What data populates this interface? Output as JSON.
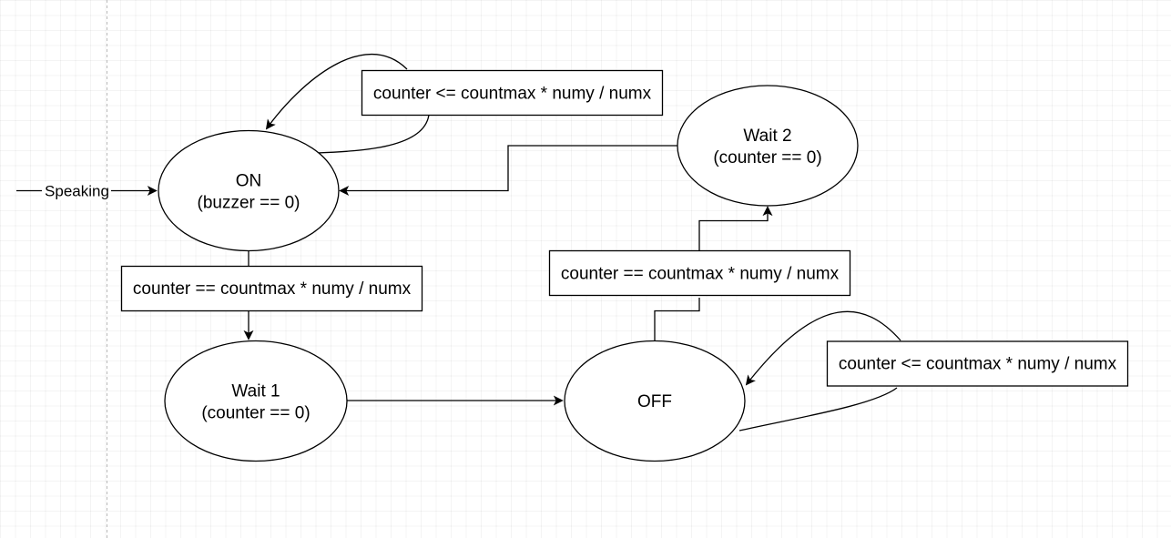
{
  "diagram": {
    "start_label": "Speaking",
    "states": {
      "on": {
        "line1": "ON",
        "line2": "(buzzer == 0)"
      },
      "wait1": {
        "line1": "Wait 1",
        "line2": "(counter == 0)"
      },
      "off": {
        "line1": "OFF"
      },
      "wait2": {
        "line1": "Wait 2",
        "line2": "(counter == 0)"
      }
    },
    "conditions": {
      "on_self": "counter <= countmax * numy / numx",
      "on_to_wait1": "counter == countmax * numy / numx",
      "off_to_wait2": "counter == countmax * numy / numx",
      "off_self": "counter <= countmax * numy / numx"
    }
  },
  "colors": {
    "stroke": "#000000",
    "fill": "#ffffff",
    "guide": "#bbbbbb"
  }
}
